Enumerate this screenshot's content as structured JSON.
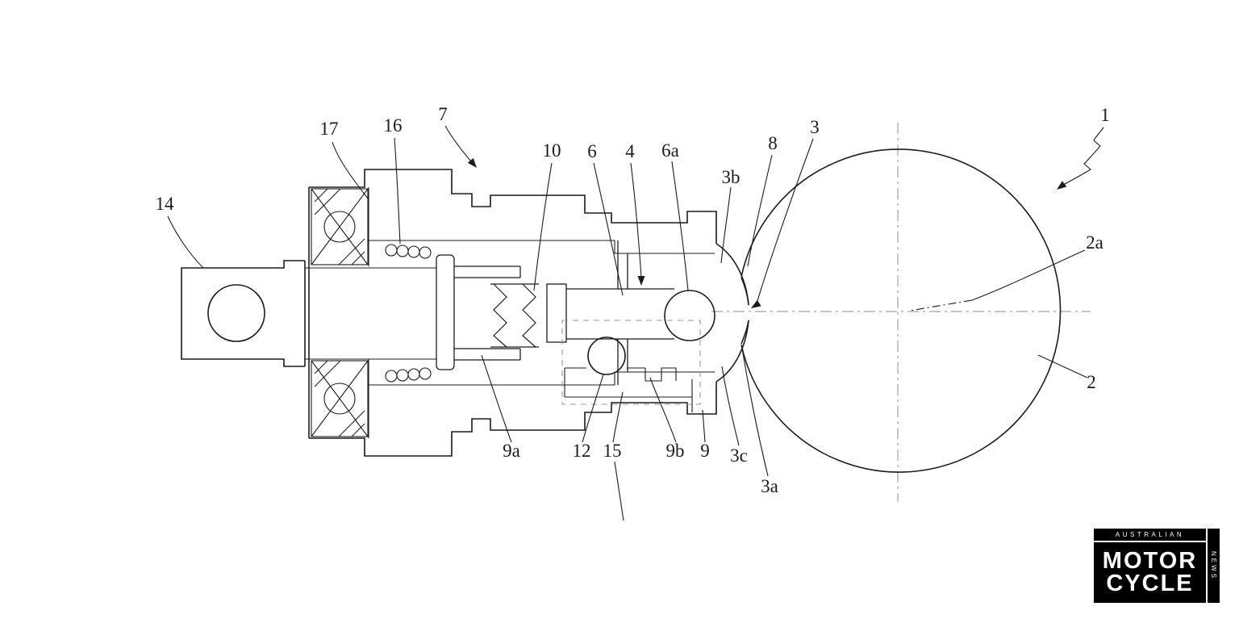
{
  "figure": {
    "type": "patent cross-section diagram",
    "part_labels": {
      "n1": "1",
      "n2": "2",
      "n2a": "2a",
      "n3": "3",
      "n3a": "3a",
      "n3b": "3b",
      "n3c": "3c",
      "n4": "4",
      "n6": "6",
      "n6a": "6a",
      "n7": "7",
      "n8": "8",
      "n9": "9",
      "n9a": "9a",
      "n9b": "9b",
      "n10": "10",
      "n12": "12",
      "n14": "14",
      "n15": "15",
      "n16": "16",
      "n17": "17"
    }
  },
  "watermark": {
    "top_text": "AUSTRALIAN",
    "main_line1": "MOTOR",
    "main_line2": "CYCLE",
    "side_text": "NEWS"
  },
  "colors": {
    "background": "#ffffff",
    "line": "#1c1c1c",
    "centerline": "#8c8c8c",
    "dashed_box": "#999999",
    "watermark_bg": "#000000",
    "watermark_text": "#ffffff"
  }
}
